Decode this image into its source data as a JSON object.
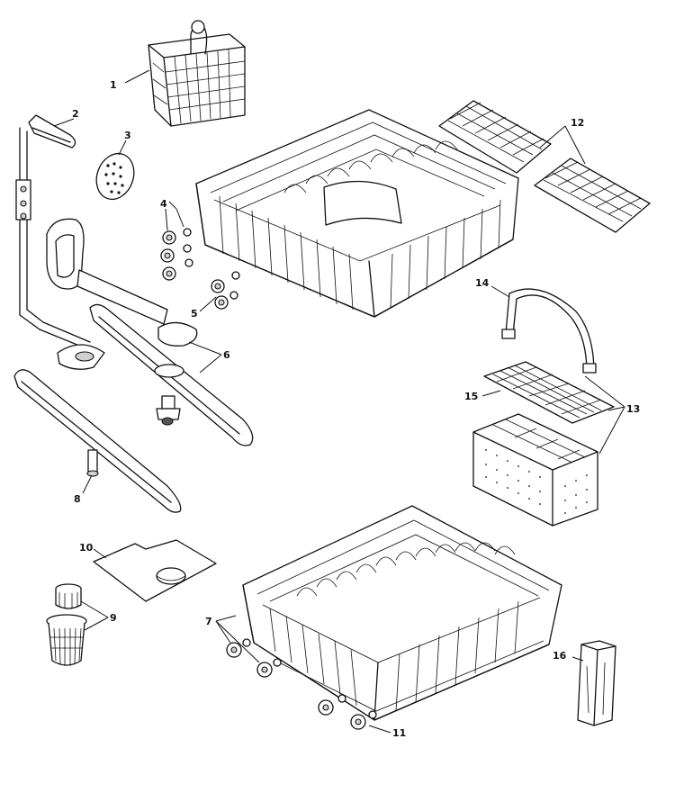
{
  "callouts": [
    {
      "id": "1",
      "part": "silverware-basket"
    },
    {
      "id": "2",
      "part": "upper-spray-arm"
    },
    {
      "id": "3",
      "part": "spray-arm-cap"
    },
    {
      "id": "4",
      "part": "upper-rack-wheels"
    },
    {
      "id": "5",
      "part": "upper-rack-wheel-axle"
    },
    {
      "id": "6",
      "part": "middle-spray-arm"
    },
    {
      "id": "7",
      "part": "lower-rack-wheels"
    },
    {
      "id": "8",
      "part": "lower-spray-arm"
    },
    {
      "id": "9",
      "part": "filter-assembly"
    },
    {
      "id": "10",
      "part": "filter-plate"
    },
    {
      "id": "11",
      "part": "lower-rack-wheel-front"
    },
    {
      "id": "12",
      "part": "cup-shelves"
    },
    {
      "id": "13",
      "part": "cutlery-basket-assembly"
    },
    {
      "id": "14",
      "part": "basket-handle"
    },
    {
      "id": "15",
      "part": "basket-lid"
    },
    {
      "id": "16",
      "part": "small-items-holder"
    }
  ]
}
